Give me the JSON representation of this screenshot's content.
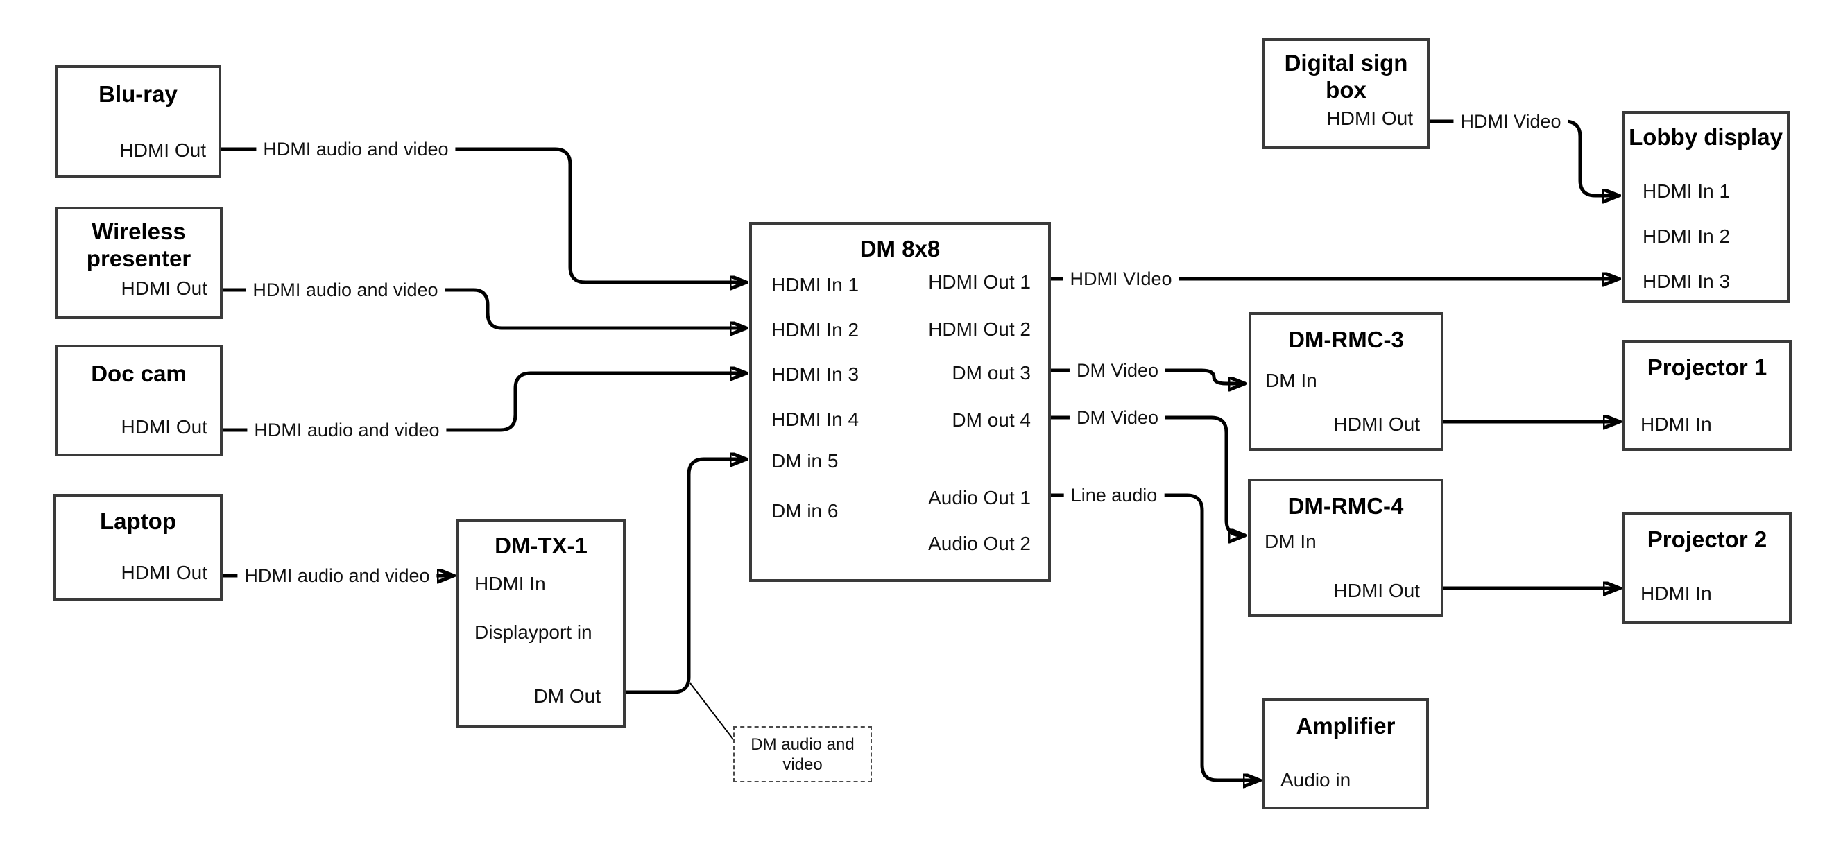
{
  "nodes": {
    "bluray": {
      "title": "Blu-ray",
      "ports": {
        "out": "HDMI Out"
      }
    },
    "wireless": {
      "title": "Wireless presenter",
      "ports": {
        "out": "HDMI Out"
      }
    },
    "doccam": {
      "title": "Doc cam",
      "ports": {
        "out": "HDMI Out"
      }
    },
    "laptop": {
      "title": "Laptop",
      "ports": {
        "out": "HDMI Out"
      }
    },
    "dmtx1": {
      "title": "DM-TX-1",
      "ports": {
        "hdmi_in": "HDMI In",
        "dp_in": "Displayport in",
        "dm_out": "DM Out"
      }
    },
    "dm8x8": {
      "title": "DM 8x8",
      "inputs": [
        "HDMI In 1",
        "HDMI In 2",
        "HDMI In 3",
        "HDMI In 4",
        "DM in 5",
        "DM in 6"
      ],
      "outputs": [
        "HDMI Out 1",
        "HDMI Out 2",
        "DM out 3",
        "DM out 4",
        "Audio Out 1",
        "Audio Out 2"
      ]
    },
    "digitalsign": {
      "title": "Digital sign box",
      "ports": {
        "out": "HDMI Out"
      }
    },
    "lobby": {
      "title": "Lobby display",
      "inputs": [
        "HDMI In 1",
        "HDMI In 2",
        "HDMI In 3"
      ]
    },
    "dmrmc3": {
      "title": "DM-RMC-3",
      "ports": {
        "in": "DM In",
        "out": "HDMI Out"
      }
    },
    "proj1": {
      "title": "Projector 1",
      "ports": {
        "in": "HDMI In"
      }
    },
    "dmrmc4": {
      "title": "DM-RMC-4",
      "ports": {
        "in": "DM In",
        "out": "HDMI Out"
      }
    },
    "proj2": {
      "title": "Projector 2",
      "ports": {
        "in": "HDMI In"
      }
    },
    "amp": {
      "title": "Amplifier",
      "ports": {
        "in": "Audio in"
      }
    }
  },
  "edge_labels": {
    "bluray_dm": "HDMI audio and video",
    "wireless_dm": "HDMI audio and video",
    "doccam_dm": "HDMI audio and video",
    "laptop_tx": "HDMI audio and video",
    "hdmi_out1": "HDMI VIdeo",
    "dm_out3": "DM Video",
    "dm_out4": "DM Video",
    "audio_out1": "Line audio",
    "digitalsign_lobby": "HDMI Video"
  },
  "annotation": {
    "text": "DM audio and video"
  },
  "colors": {
    "wire": "#000000",
    "box_border": "#3a3a3a",
    "background": "#ffffff"
  }
}
